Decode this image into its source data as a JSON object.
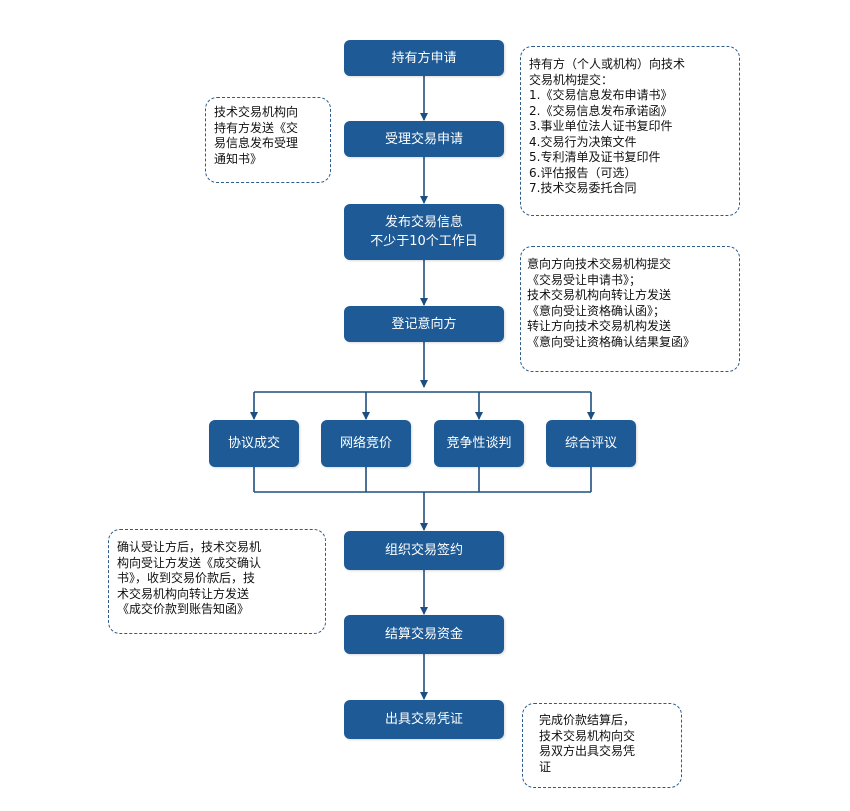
{
  "steps": {
    "apply": "持有方申请",
    "accept": "受理交易申请",
    "publish_line1": "发布交易信息",
    "publish_line2": "不少于10个工作日",
    "register": "登记意向方",
    "sign": "组织交易签约",
    "settle": "结算交易资金",
    "voucher": "出具交易凭证"
  },
  "methods": [
    "协议成交",
    "网络竞价",
    "竞争性谈判",
    "综合评议"
  ],
  "notes": {
    "accept_note": [
      "技术交易机构向",
      "持有方发送《交",
      "易信息发布受理",
      "通知书》"
    ],
    "apply_note": [
      "持有方（个人或机构）向技术",
      "交易机构提交：",
      "1.《交易信息发布申请书》",
      "2.《交易信息发布承诺函》",
      "3.事业单位法人证书复印件",
      "4.交易行为决策文件",
      "5.专利清单及证书复印件",
      "6.评估报告（可选）",
      "7.技术交易委托合同"
    ],
    "register_note": [
      "意向方向技术交易机构提交",
      "《交易受让申请书》；",
      "技术交易机构向转让方发送",
      "《意向受让资格确认函》；",
      "转让方向技术交易机构发送",
      "《意向受让资格确认结果复函》"
    ],
    "sign_note": [
      "确认受让方后，技术交易机",
      "构向受让方发送《成交确认",
      "书》，收到交易价款后，技",
      "术交易机构向转让方发送",
      "《成交价款到账告知函》"
    ],
    "voucher_note": [
      "完成价款结算后，",
      "技术交易机构向交",
      "易双方出具交易凭",
      "证"
    ]
  },
  "colors": {
    "box": "#1d5a96",
    "line": "#1f4f80",
    "note_border": "#2b5b8c"
  }
}
